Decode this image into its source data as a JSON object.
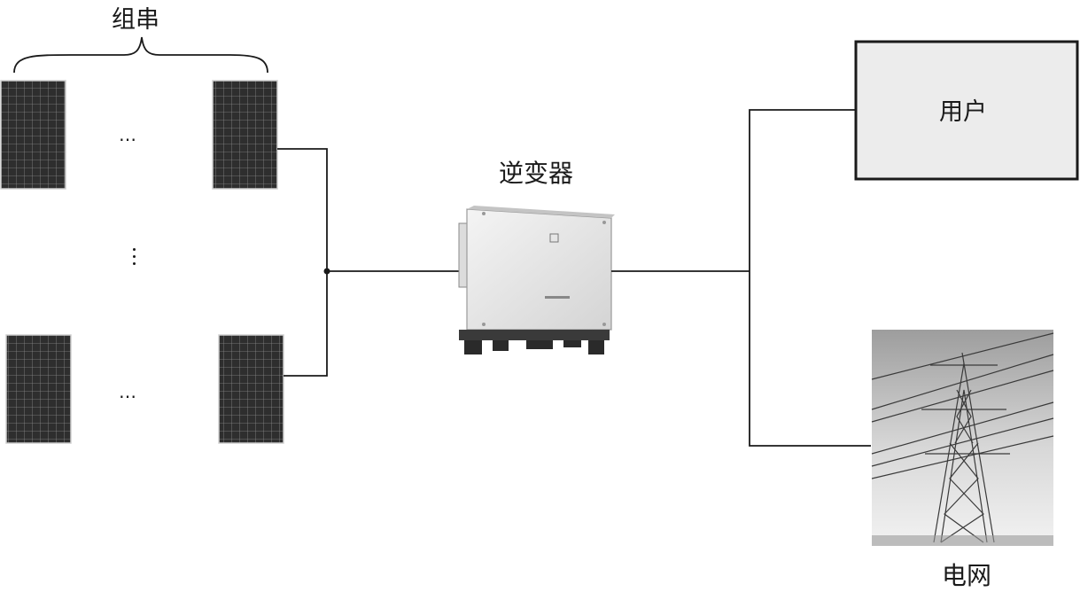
{
  "labels": {
    "string": "组串",
    "inverter": "逆变器",
    "user": "用户",
    "grid": "电网"
  },
  "ellipsis": "…",
  "icons": [
    "solar-panel-icon",
    "inverter-icon",
    "power-tower-icon"
  ],
  "colors": {
    "line": "#1a1a1a",
    "user_box_fill": "#ececec",
    "panel": "#2f2f2f"
  }
}
